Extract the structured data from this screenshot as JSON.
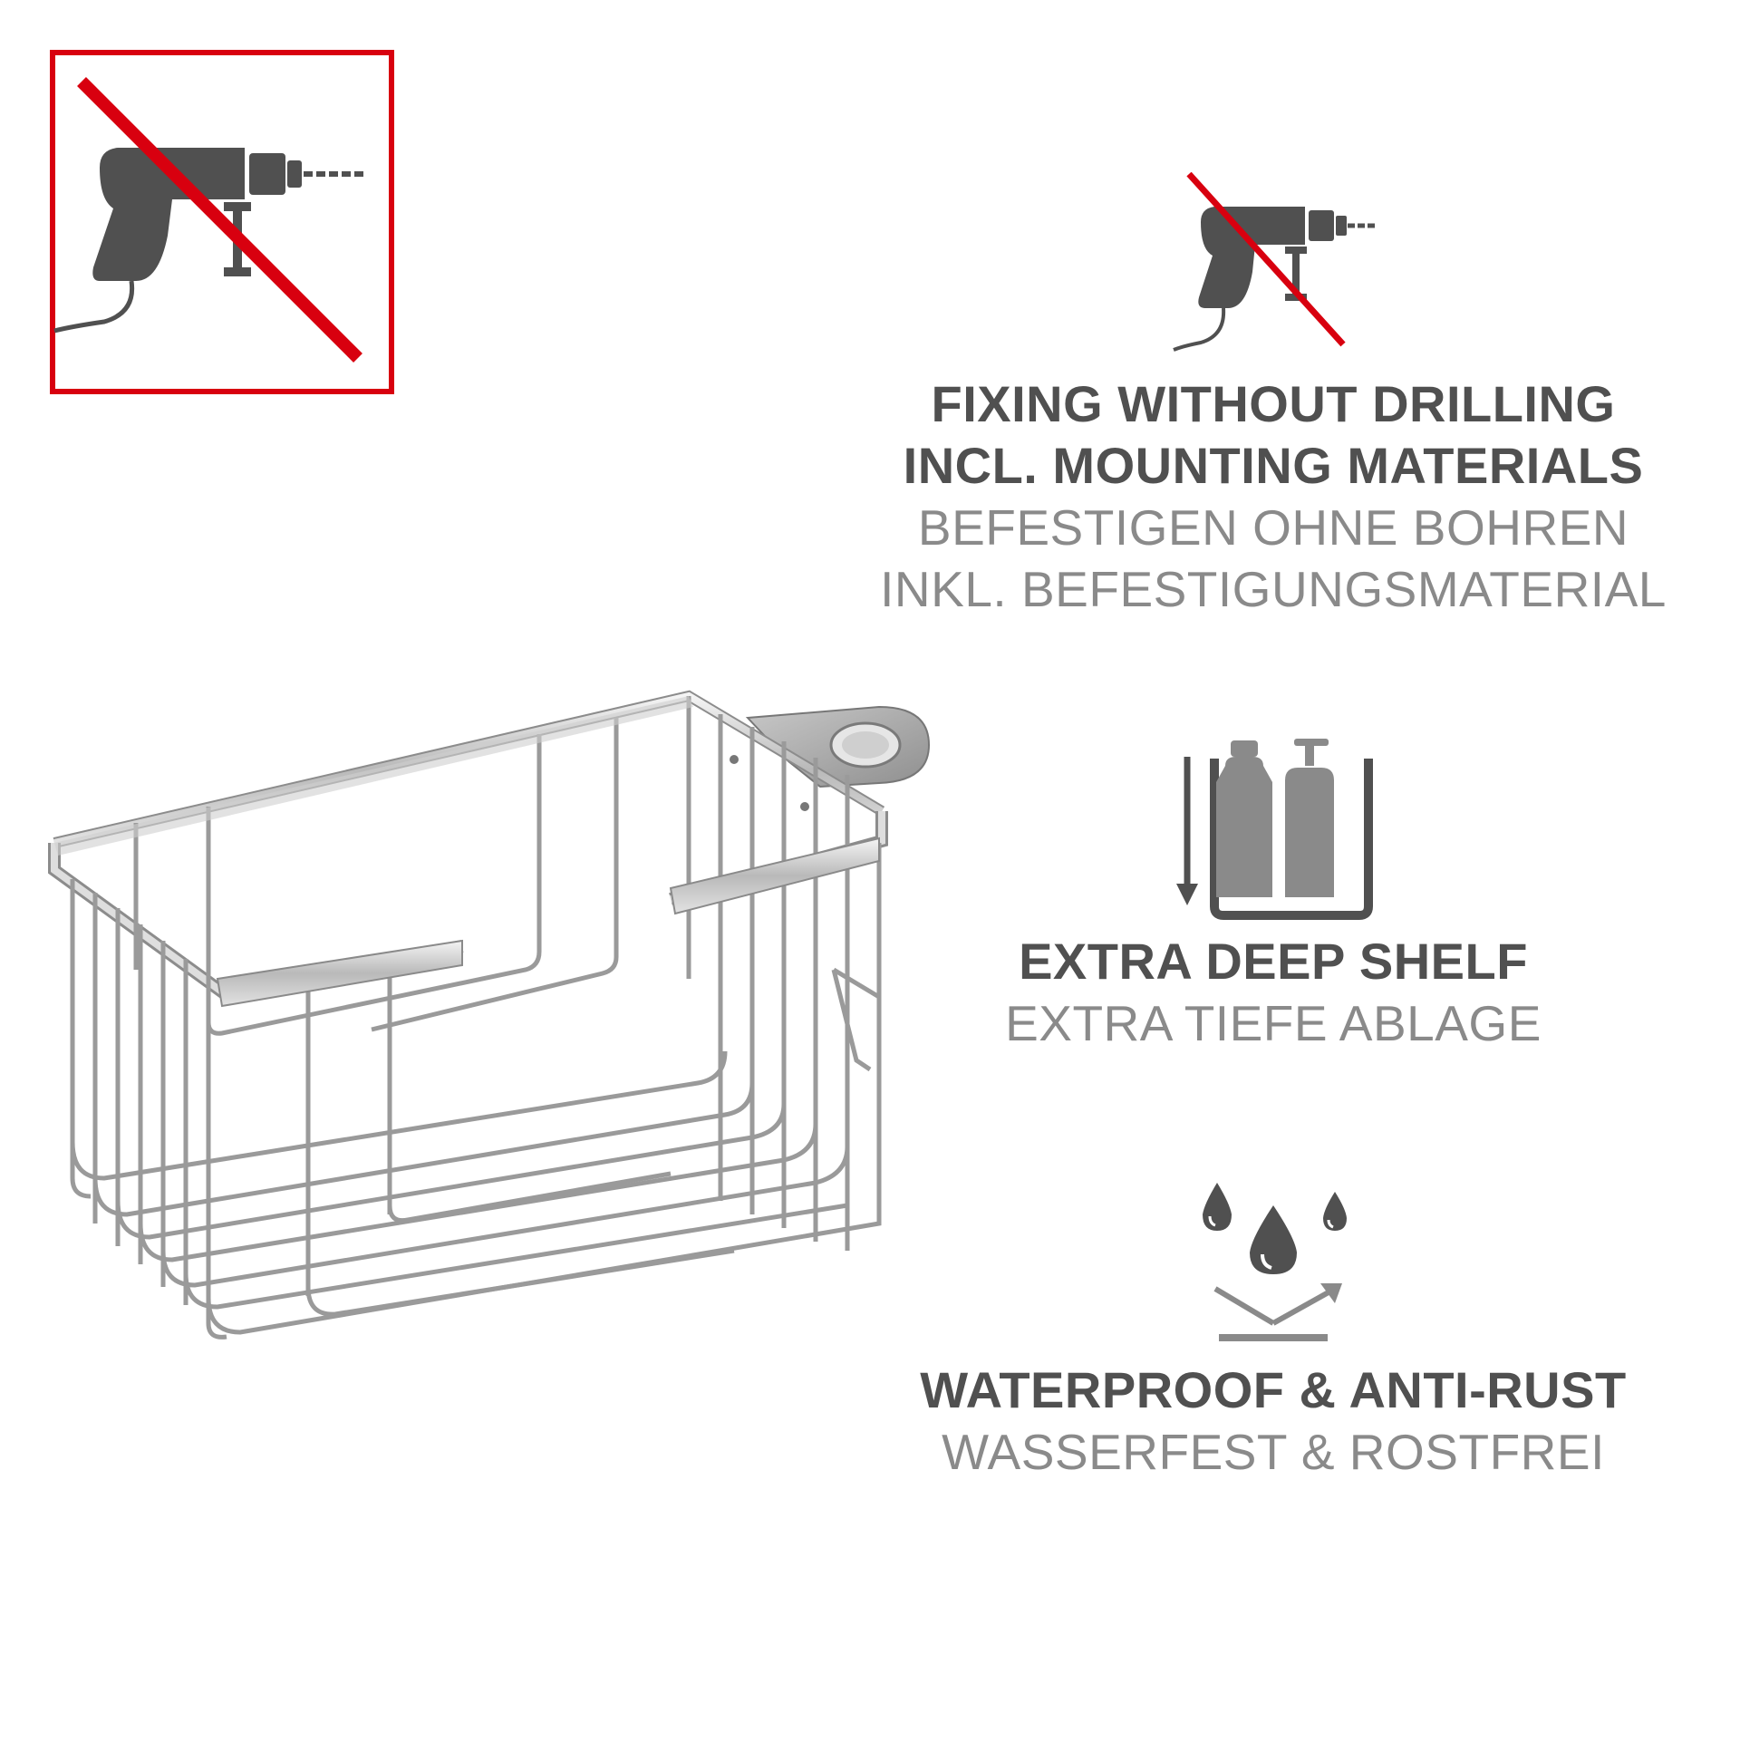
{
  "badge": {
    "icon": "no-drill-icon",
    "border_color": "#d8000f",
    "slash_color": "#d8000f"
  },
  "features": [
    {
      "icon": "no-drill-icon",
      "lines_en": [
        "FIXING WITHOUT DRILLING",
        "INCL. MOUNTING MATERIALS"
      ],
      "lines_de": [
        "BEFESTIGEN OHNE BOHREN",
        "INKL. BEFESTIGUNGSMATERIAL"
      ]
    },
    {
      "icon": "deep-shelf-icon",
      "lines_en": [
        "EXTRA DEEP SHELF"
      ],
      "lines_de": [
        "EXTRA TIEFE ABLAGE"
      ]
    },
    {
      "icon": "waterproof-drops-icon",
      "lines_en": [
        "WATERPROOF & ANTI-RUST"
      ],
      "lines_de": [
        "WASSERFEST & ROSTFREI"
      ]
    }
  ],
  "product_image": "chrome-wire-shower-basket",
  "colors": {
    "heading": "#505050",
    "subheading": "#8a8a8a",
    "icon_dark": "#505050",
    "icon_light": "#8a8a8a",
    "accent_red": "#d8000f"
  }
}
